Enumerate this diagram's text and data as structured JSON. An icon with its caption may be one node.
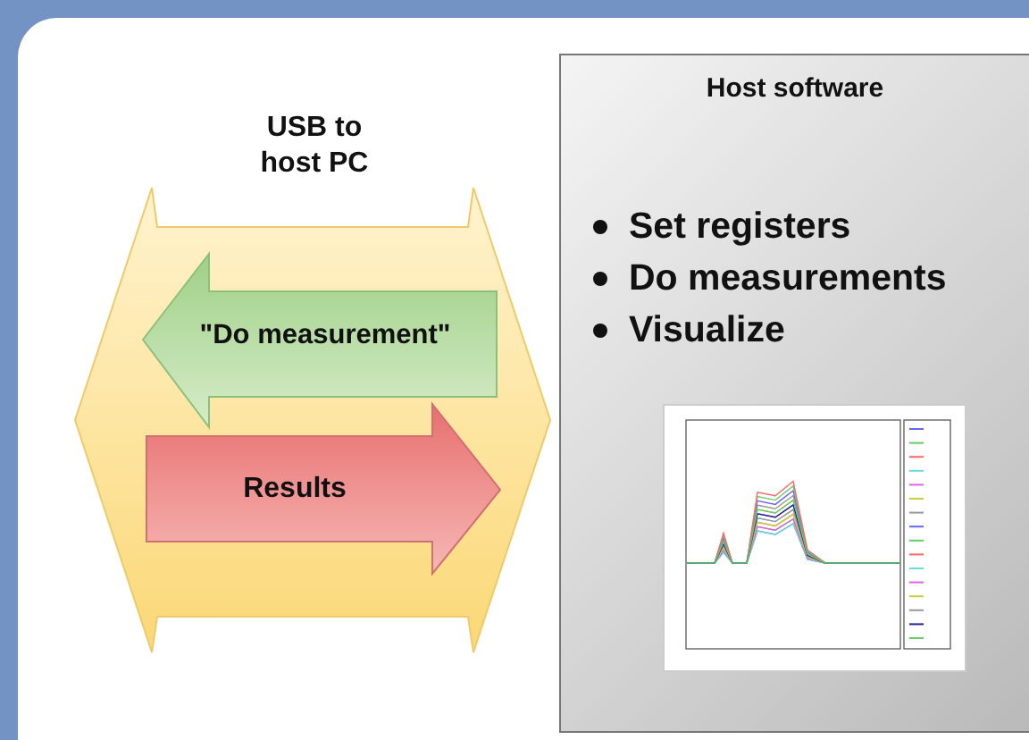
{
  "diagram": {
    "nodes": [
      {
        "text": [
          "USB to host PC"
        ]
      },
      {
        "text": [
          "Host software",
          "Set registers",
          "Do measurements",
          "Visualize"
        ]
      },
      {
        "text": [
          "\"Do measurement\""
        ],
        "in": 0
      },
      {
        "text": [
          "Results"
        ],
        "in": 0
      },
      {
        "text": [],
        "shape": "picture",
        "in": 1
      }
    ]
  }
}
